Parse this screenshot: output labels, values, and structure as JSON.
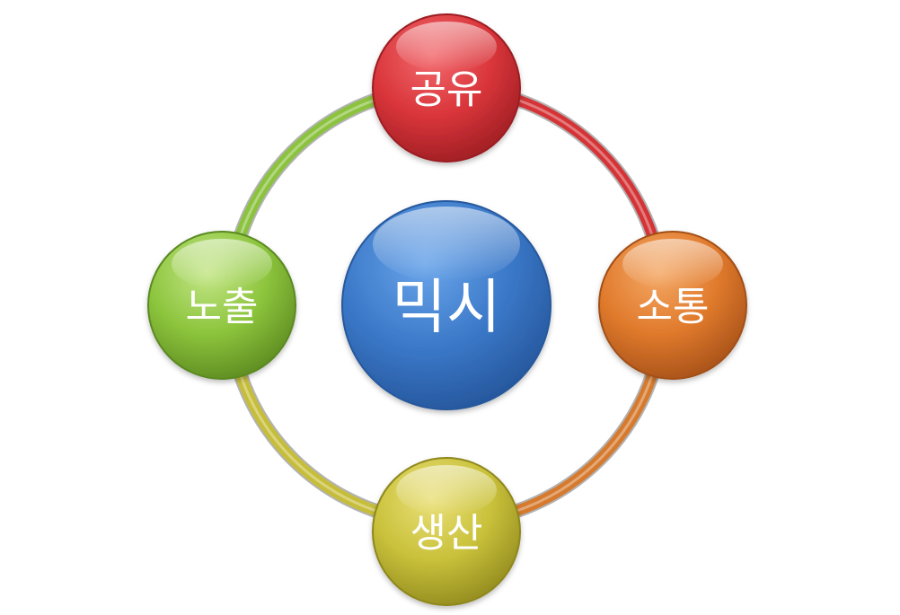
{
  "center": {
    "label": "믹시",
    "color": "#3A78C8"
  },
  "nodes": [
    {
      "key": "share",
      "label": "공유",
      "color": "#D9353A"
    },
    {
      "key": "communication",
      "label": "소통",
      "color": "#E07A2C"
    },
    {
      "key": "production",
      "label": "생산",
      "color": "#C9C13A"
    },
    {
      "key": "exposure",
      "label": "노출",
      "color": "#8CC43C"
    }
  ],
  "ring_arcs": [
    {
      "from": "share",
      "to": "communication",
      "color": "#D53437"
    },
    {
      "from": "communication",
      "to": "production",
      "color": "#D67A2E"
    },
    {
      "from": "production",
      "to": "exposure",
      "color": "#C6BE3A"
    },
    {
      "from": "exposure",
      "to": "share",
      "color": "#8BC23E"
    }
  ]
}
